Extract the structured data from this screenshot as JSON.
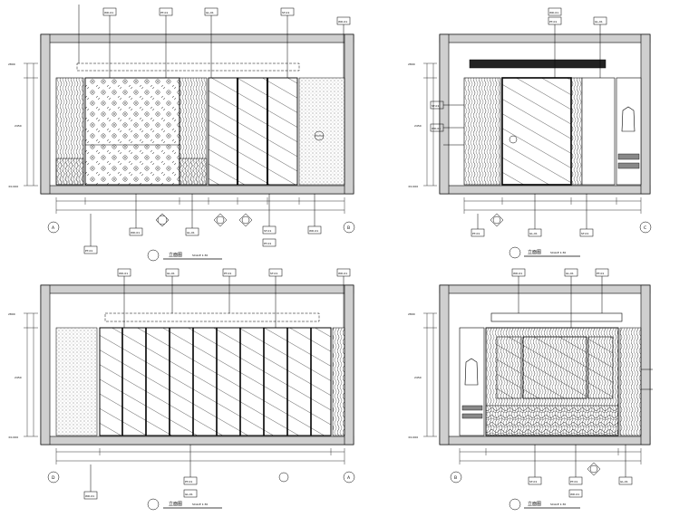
{
  "drawing_sheets": [
    {
      "id": "tl",
      "wall_id_left": "A",
      "wall_id_right": "B",
      "title_cn": "立面图",
      "scale_label": "SCALE 1:30",
      "heights": [
        "2800",
        "2450",
        "±0.000"
      ]
    },
    {
      "id": "tr",
      "wall_id_left": "",
      "wall_id_right": "C",
      "title_cn": "立面图",
      "scale_label": "SCALE 1:30",
      "heights": [
        "2800",
        "2450",
        "±0.000"
      ]
    },
    {
      "id": "bl",
      "wall_id_left": "D",
      "wall_id_right": "A",
      "title_cn": "立面图",
      "scale_label": "SCALE 1:30",
      "heights": [
        "2800",
        "2450",
        "±0.000"
      ]
    },
    {
      "id": "br",
      "wall_id_left": "B",
      "wall_id_right": "",
      "title_cn": "立面图",
      "scale_label": "SCALE 1:30",
      "heights": [
        "2800",
        "2450",
        "±0.000"
      ]
    }
  ],
  "material_tags": {
    "wood": "WD-01",
    "paint": "PT-01",
    "glass": "GL-01",
    "stone": "ST-01"
  },
  "colors": {
    "line": "#000000",
    "hatch": "#444444",
    "background": "#ffffff"
  }
}
